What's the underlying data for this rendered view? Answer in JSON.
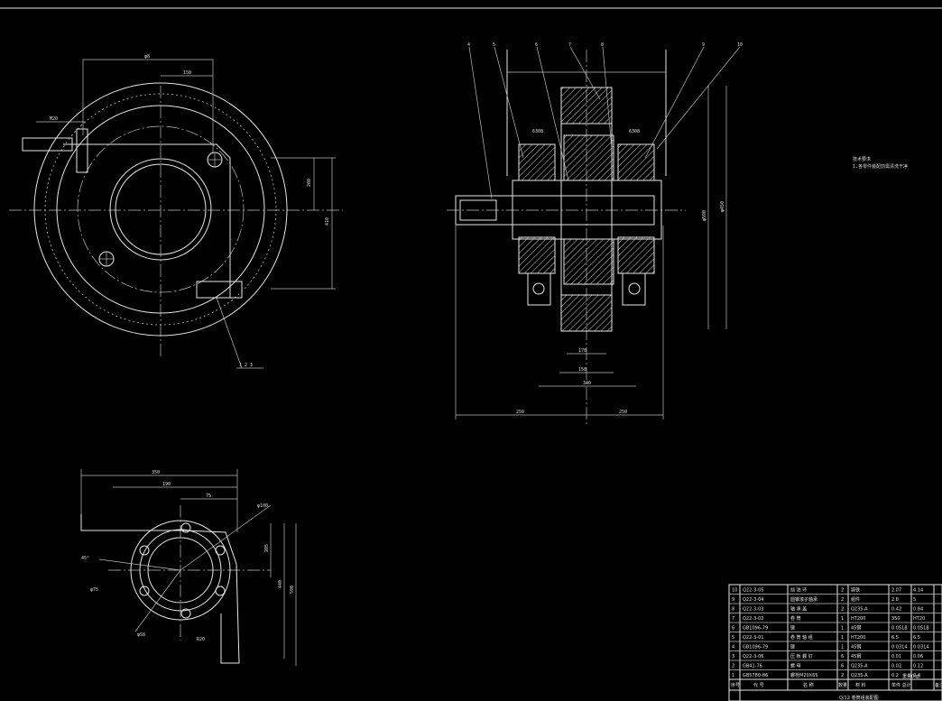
{
  "drawing": {
    "tech_notes_title": "技术要求",
    "tech_notes_line": "1.各零件装配前需清洗干净",
    "front_view_dims": {
      "overall_width": "φ8",
      "half_width": "150",
      "height_1": "200",
      "height_2": "410",
      "bolt_label": "M20",
      "callout": "1 2 3"
    },
    "section_view_dims": {
      "bottom_left": "250",
      "bottom_right": "250",
      "inner_1": "340",
      "inner_2": "150",
      "inner_3": "170",
      "height_total": "φ590",
      "height_inner": "φ450",
      "bearing_left": "6308",
      "bearing_right": "6308",
      "callouts": [
        "4",
        "5",
        "6",
        "7",
        "8",
        "9",
        "10"
      ]
    },
    "bottom_view_dims": {
      "width_1": "350",
      "width_2": "190",
      "width_3": "75",
      "height_1": "205",
      "height_2": "440",
      "height_3": "590",
      "dia_1": "φ100",
      "dia_2": "φ75",
      "dia_3": "φ58",
      "angle": "45°",
      "r1": "R20"
    }
  },
  "title_block": {
    "rows": [
      {
        "no": "10",
        "code": "Q22-3-05",
        "name": "挡 油 环",
        "qty": "2",
        "material": "铸铁",
        "w1": "2.07",
        "w2": "4.14"
      },
      {
        "no": "9",
        "code": "Q22-3-04",
        "name": "圆锥滚子轴承",
        "qty": "2",
        "material": "组件",
        "w1": "2.8",
        "w2": "5"
      },
      {
        "no": "8",
        "code": "Q22-3-03",
        "name": "轴 承 盖",
        "qty": "2",
        "material": "Q235-A",
        "w1": "0.42",
        "w2": "0.84"
      },
      {
        "no": "7",
        "code": "Q22-3-02",
        "name": "卷 筒",
        "qty": "1",
        "material": "HT200",
        "w1": "350",
        "w2": "HT20"
      },
      {
        "no": "6",
        "code": "GB1096-79",
        "name": "键",
        "qty": "1",
        "material": "45钢",
        "w1": "0.0518",
        "w2": "0.0518"
      },
      {
        "no": "5",
        "code": "Q22-3-01",
        "name": "卷 筒 轴 组",
        "qty": "1",
        "material": "HT200",
        "w1": "6.5",
        "w2": "6.5"
      },
      {
        "no": "4",
        "code": "GB1096-79",
        "name": "键",
        "qty": "1",
        "material": "45钢",
        "w1": "0.0314",
        "w2": "0.0314"
      },
      {
        "no": "3",
        "code": "Q22-3-06",
        "name": "压 板 螺 钉",
        "qty": "6",
        "material": "45钢",
        "w1": "0.01",
        "w2": "0.06"
      },
      {
        "no": "2",
        "code": "GB41-76",
        "name": "螺 母",
        "qty": "6",
        "material": "Q235-A",
        "w1": "0.02",
        "w2": "0.12"
      },
      {
        "no": "1",
        "code": "GB5780-86",
        "name": "螺栓M20X65",
        "qty": "2",
        "material": "Q235-A",
        "w1": "0.2",
        "w2": "0.4"
      }
    ],
    "header": {
      "no": "序号",
      "code": "代 号",
      "name": "名 称",
      "qty": "数量",
      "material": "材 料",
      "weight": "单件 总计",
      "note": "备注"
    },
    "sub_header": "重量(kg)",
    "drawing_title": "Q/12 卷筒组装配图"
  }
}
